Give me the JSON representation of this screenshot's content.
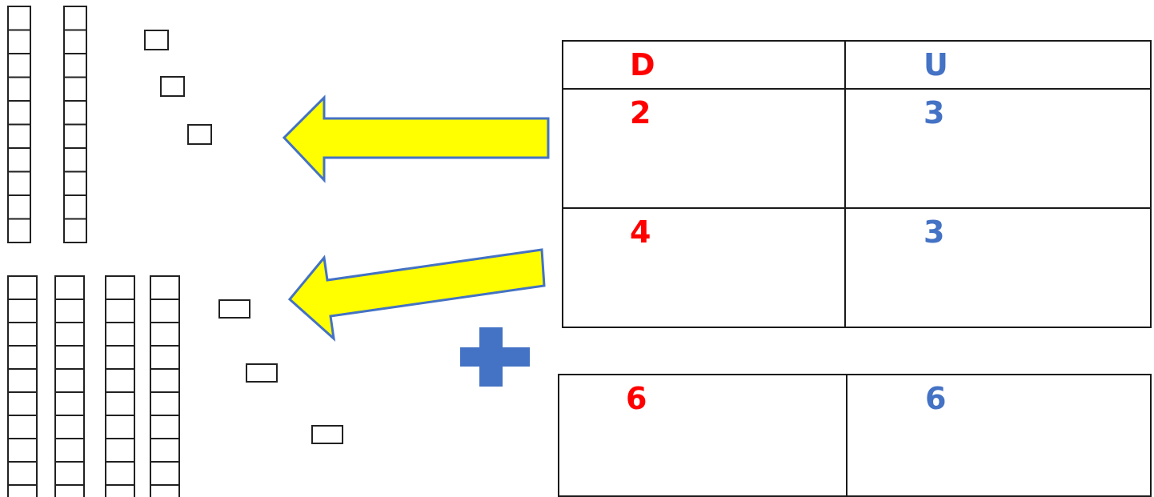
{
  "colors": {
    "tens": "#ff0000",
    "units": "#4472c4",
    "arrow_fill": "#ffff00",
    "arrow_stroke": "#4472c4",
    "plus": "#4472c4",
    "block_stroke": "#222222"
  },
  "icons": {
    "arrow": "arrow-left-icon",
    "plus": "plus-icon",
    "block": "unit-cube"
  },
  "blocks": {
    "group1": {
      "tens": 2,
      "units": 3
    },
    "group2": {
      "tens": 4,
      "units": 3
    }
  },
  "table": {
    "header": {
      "tens": "D",
      "units": "U"
    },
    "rows": [
      {
        "tens": "2",
        "units": "3"
      },
      {
        "tens": "4",
        "units": "3"
      }
    ]
  },
  "result": {
    "tens": "6",
    "units": "6"
  }
}
